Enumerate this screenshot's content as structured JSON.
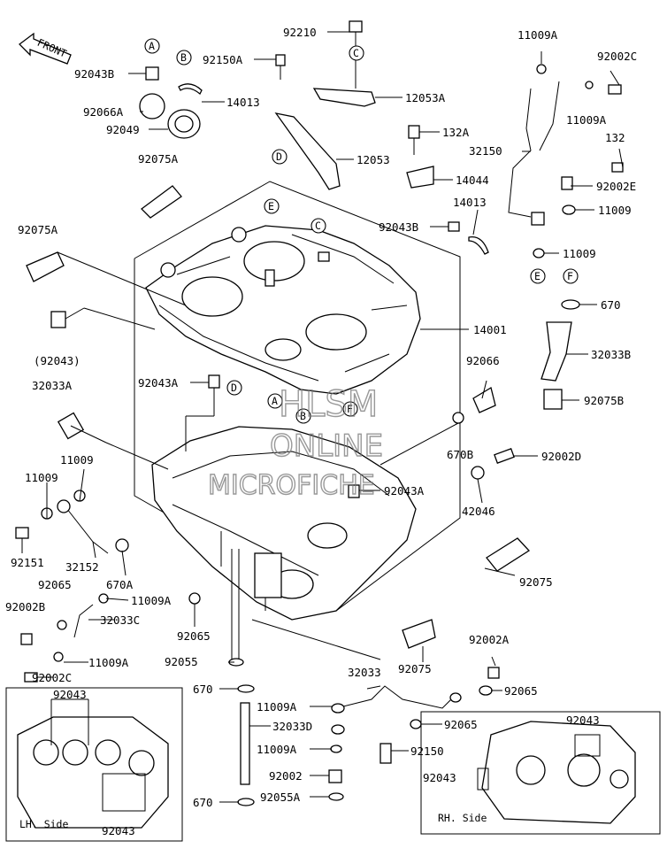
{
  "direction_label": "FRONT",
  "watermark": {
    "line1": "HLSM",
    "line2": "ONLINE",
    "line3": "MICROFICHE"
  },
  "ref_letters": [
    "A",
    "B",
    "C",
    "D",
    "E",
    "F"
  ],
  "parts": [
    {
      "id": "p1",
      "number": "92210"
    },
    {
      "id": "p2",
      "number": "92150A"
    },
    {
      "id": "p3",
      "number": "92043B"
    },
    {
      "id": "p4",
      "number": "14013"
    },
    {
      "id": "p5",
      "number": "12053A"
    },
    {
      "id": "p6",
      "number": "92066A"
    },
    {
      "id": "p7",
      "number": "92049"
    },
    {
      "id": "p8",
      "number": "12053"
    },
    {
      "id": "p9",
      "number": "92075A"
    },
    {
      "id": "p10",
      "number": "132A"
    },
    {
      "id": "p11",
      "number": "14044"
    },
    {
      "id": "p12",
      "number": "92043B"
    },
    {
      "id": "p13",
      "number": "14013"
    },
    {
      "id": "p14",
      "number": "92075A"
    },
    {
      "id": "p15",
      "number": "(92043)"
    },
    {
      "id": "p16",
      "number": "14001"
    },
    {
      "id": "p17",
      "number": "11009A"
    },
    {
      "id": "p18",
      "number": "92002C"
    },
    {
      "id": "p19",
      "number": "11009A"
    },
    {
      "id": "p20",
      "number": "132"
    },
    {
      "id": "p21",
      "number": "32150"
    },
    {
      "id": "p22",
      "number": "92002E"
    },
    {
      "id": "p23",
      "number": "11009"
    },
    {
      "id": "p24",
      "number": "11009"
    },
    {
      "id": "p25",
      "number": "670"
    },
    {
      "id": "p26",
      "number": "32033B"
    },
    {
      "id": "p27",
      "number": "92075B"
    },
    {
      "id": "p28",
      "number": "32033A"
    },
    {
      "id": "p29",
      "number": "92043A"
    },
    {
      "id": "p30",
      "number": "92066"
    },
    {
      "id": "p31",
      "number": "670B"
    },
    {
      "id": "p32",
      "number": "92002D"
    },
    {
      "id": "p33",
      "number": "11009"
    },
    {
      "id": "p34",
      "number": "11009"
    },
    {
      "id": "p35",
      "number": "92043A"
    },
    {
      "id": "p36",
      "number": "42046"
    },
    {
      "id": "p37",
      "number": "92151"
    },
    {
      "id": "p38",
      "number": "32152"
    },
    {
      "id": "p39",
      "number": "670A"
    },
    {
      "id": "p40",
      "number": "92075"
    },
    {
      "id": "p41",
      "number": "92065"
    },
    {
      "id": "p42",
      "number": "11009A"
    },
    {
      "id": "p43",
      "number": "92002B"
    },
    {
      "id": "p44",
      "number": "32033C"
    },
    {
      "id": "p45",
      "number": "92065"
    },
    {
      "id": "p46",
      "number": "11009A"
    },
    {
      "id": "p47",
      "number": "92055"
    },
    {
      "id": "p48",
      "number": "92075"
    },
    {
      "id": "p49",
      "number": "92002A"
    },
    {
      "id": "p50",
      "number": "92002C"
    },
    {
      "id": "p51",
      "number": "32033"
    },
    {
      "id": "p52",
      "number": "670"
    },
    {
      "id": "p53",
      "number": "92065"
    },
    {
      "id": "p54",
      "number": "11009A"
    },
    {
      "id": "p55",
      "number": "32033D"
    },
    {
      "id": "p56",
      "number": "92065"
    },
    {
      "id": "p57",
      "number": "11009A"
    },
    {
      "id": "p58",
      "number": "92150"
    },
    {
      "id": "p59",
      "number": "92002"
    },
    {
      "id": "p60",
      "number": "670"
    },
    {
      "id": "p61",
      "number": "92055A"
    },
    {
      "id": "p62",
      "number": "92043"
    },
    {
      "id": "p63",
      "number": "92043"
    },
    {
      "id": "p64",
      "number": "92043"
    },
    {
      "id": "p65",
      "number": "92043"
    }
  ],
  "insets": {
    "left": {
      "caption": "LH. Side"
    },
    "right": {
      "caption": "RH. Side"
    }
  }
}
